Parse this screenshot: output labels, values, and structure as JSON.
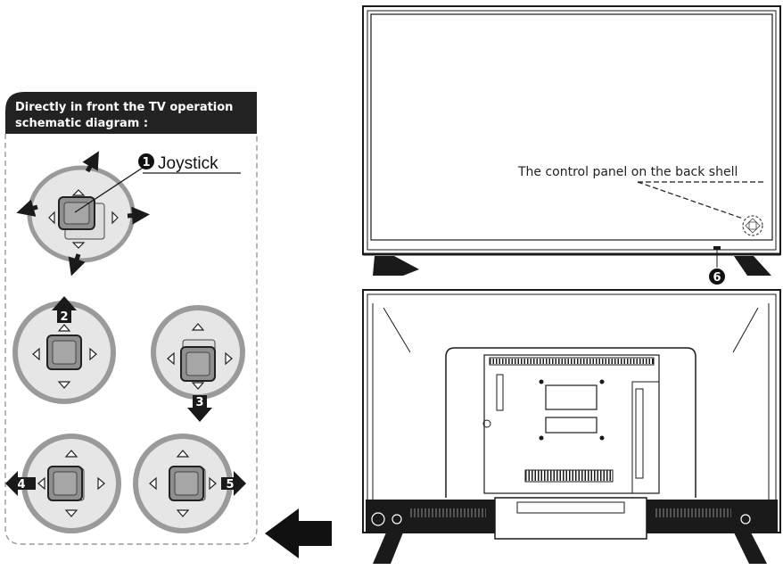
{
  "panel": {
    "header_line1": "Directly in front the TV operation",
    "header_line2": "schematic diagram :"
  },
  "callouts": {
    "joystick_number": "1",
    "joystick_label": "Joystick",
    "control_panel_label": "The control panel on the back shell",
    "control_panel_number": "6"
  },
  "steps": [
    {
      "number": "2",
      "direction": "up"
    },
    {
      "number": "3",
      "direction": "down"
    },
    {
      "number": "4",
      "direction": "left"
    },
    {
      "number": "5",
      "direction": "right"
    }
  ],
  "colors": {
    "line": "#1a1a1a",
    "header_bg": "#222222",
    "ring_fill": "#e6e6e6",
    "ring_stroke": "#9a9a9a",
    "button_fill": "#8f8f8f",
    "dashed_border": "#9a9a9a"
  }
}
